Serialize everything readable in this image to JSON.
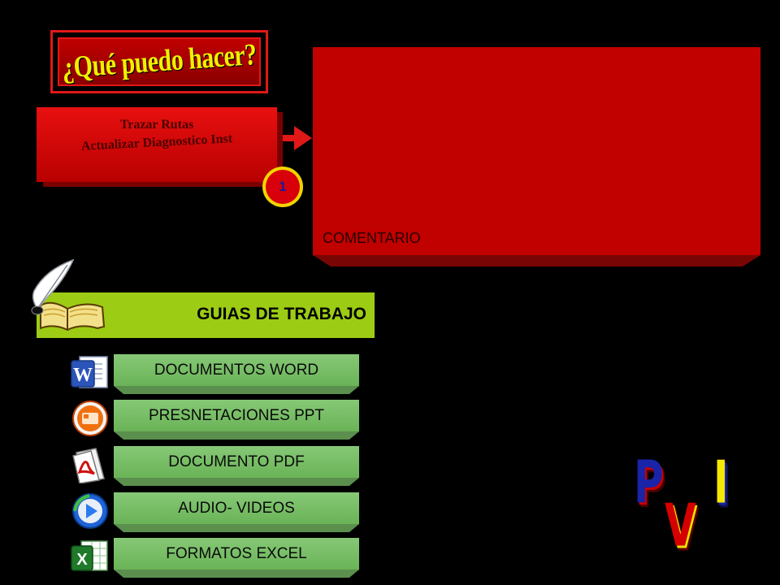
{
  "title": "¿Qué puedo hacer?",
  "action": {
    "line1": "Trazar Rutas",
    "line2": "Actualizar Diagnostico Inst"
  },
  "badge": "1",
  "comment": {
    "label": "COMENTARIO"
  },
  "guias": {
    "label": "GUIAS DE TRABAJO"
  },
  "menu": [
    {
      "label": "DOCUMENTOS  WORD",
      "icon": "word-icon"
    },
    {
      "label": "PRESNETACIONES PPT",
      "icon": "powerpoint-icon"
    },
    {
      "label": "DOCUMENTO PDF",
      "icon": "pdf-icon"
    },
    {
      "label": "AUDIO- VIDEOS",
      "icon": "media-player-icon"
    },
    {
      "label": "FORMATOS EXCEL",
      "icon": "excel-icon"
    }
  ],
  "logo_letters": [
    "P",
    "V",
    "I"
  ],
  "colors": {
    "accent_red": "#c10000",
    "guias_green": "#9ccc14",
    "button_green": "#78bd66",
    "title_yellow": "#f0f000"
  }
}
